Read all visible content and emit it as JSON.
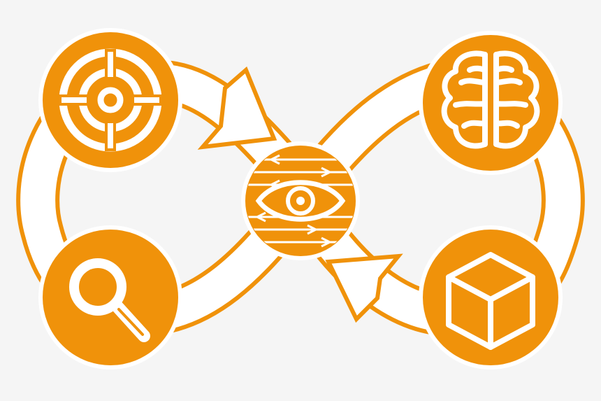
{
  "diagram": {
    "style": "infinity-loop",
    "colors": {
      "accent": "#F0920A",
      "background": "#F5F5F5",
      "loop_fill": "#FFFFFF",
      "icon_line": "#FFFFFF"
    },
    "nodes": [
      {
        "id": "target",
        "icon": "target-icon"
      },
      {
        "id": "brain",
        "icon": "brain-icon"
      },
      {
        "id": "search",
        "icon": "magnifier-icon"
      },
      {
        "id": "cube",
        "icon": "cube-icon"
      },
      {
        "id": "center",
        "icon": "eye-icon"
      }
    ],
    "arrows": [
      {
        "from": "target",
        "to": "center",
        "icon": "arrow-right-down-icon"
      },
      {
        "from": "cube",
        "to": "center",
        "icon": "arrow-left-up-icon"
      }
    ]
  }
}
